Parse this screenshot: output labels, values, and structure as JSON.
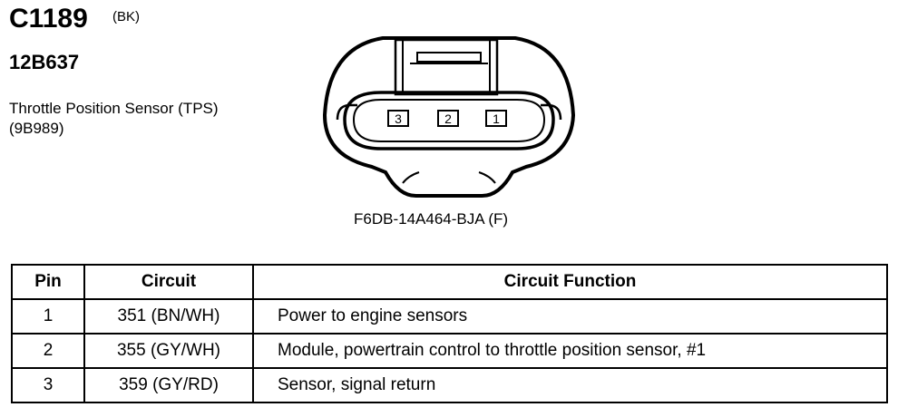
{
  "header": {
    "connector_id": "C1189",
    "connector_color": "(BK)",
    "part_number": "12B637",
    "component_name": "Throttle Position Sensor (TPS)",
    "component_code": "(9B989)"
  },
  "connector": {
    "pins": [
      "3",
      "2",
      "1"
    ],
    "part_label": "F6DB-14A464-BJA (F)"
  },
  "table": {
    "headers": [
      "Pin",
      "Circuit",
      "Circuit Function"
    ],
    "rows": [
      {
        "pin": "1",
        "circuit": "351 (BN/WH)",
        "function": "Power to engine sensors"
      },
      {
        "pin": "2",
        "circuit": "355 (GY/WH)",
        "function": "Module, powertrain control to throttle position sensor, #1"
      },
      {
        "pin": "3",
        "circuit": "359 (GY/RD)",
        "function": "Sensor, signal return"
      }
    ]
  }
}
